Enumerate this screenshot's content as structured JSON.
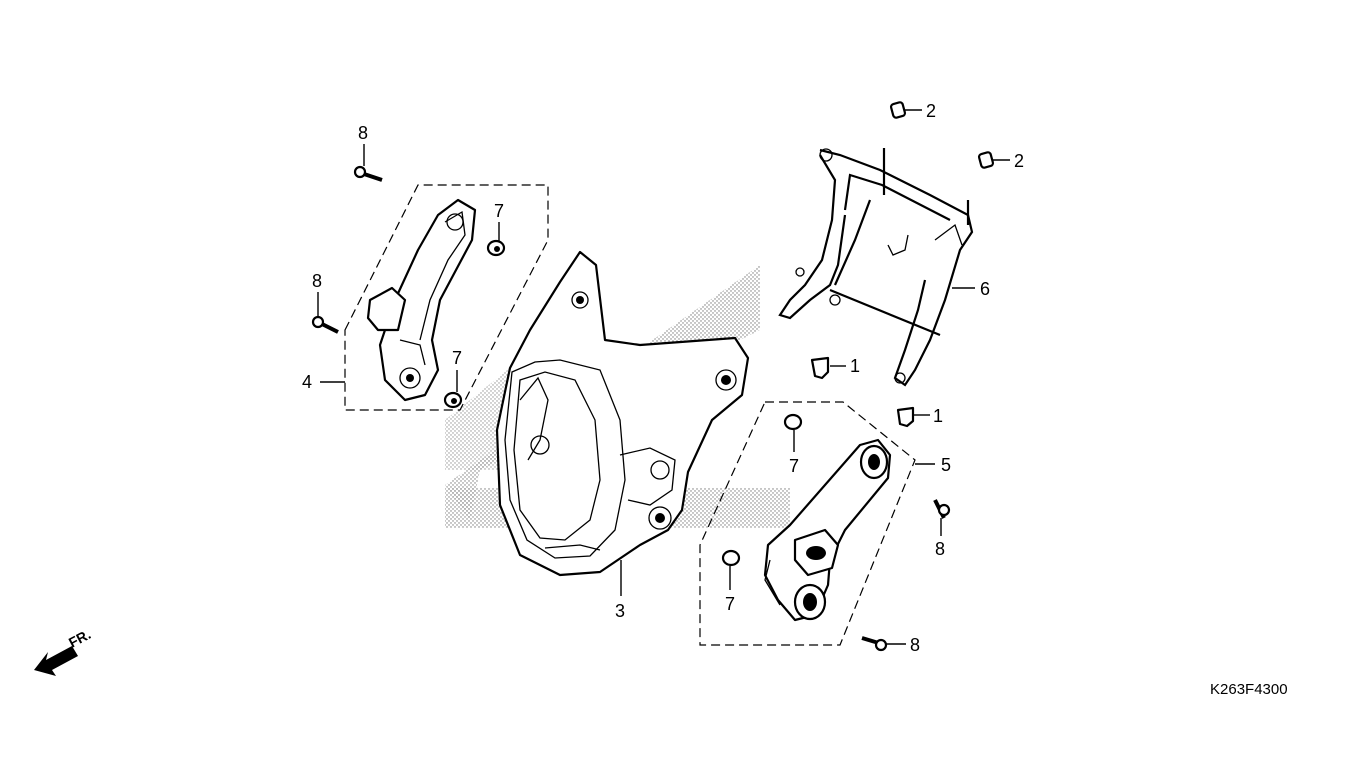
{
  "diagram": {
    "reference_code": "K263F4300",
    "direction_label": "FR.",
    "callouts": [
      "1",
      "1",
      "2",
      "2",
      "3",
      "4",
      "5",
      "6",
      "7",
      "7",
      "7",
      "7",
      "8",
      "8",
      "8",
      "8"
    ]
  }
}
